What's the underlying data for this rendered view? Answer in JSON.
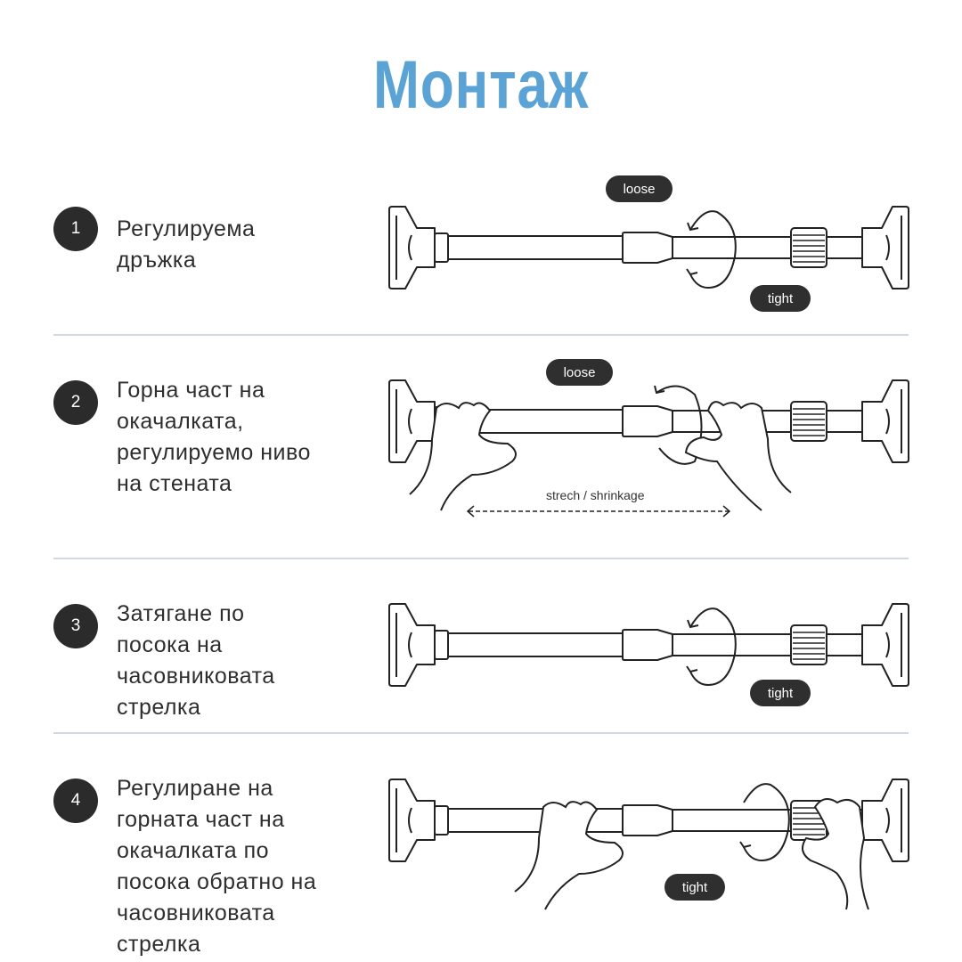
{
  "title": "Монтаж",
  "accent_color": "#5aa3d4",
  "steps": [
    {
      "number": "1",
      "text": "Регулируема дръжка",
      "labels": [
        "loose",
        "tight"
      ]
    },
    {
      "number": "2",
      "text": "Горна част на окачалката, регулируемо ниво на стената",
      "labels": [
        "loose"
      ],
      "caption": "strech /  shrinkage"
    },
    {
      "number": "3",
      "text": "Затягане по посока на часовниковата стрелка",
      "labels": [
        "tight"
      ]
    },
    {
      "number": "4",
      "text": "Регулиране на горната част на окачалката по посока обратно на часовниковата стрелка",
      "labels": [
        "tight"
      ]
    }
  ]
}
